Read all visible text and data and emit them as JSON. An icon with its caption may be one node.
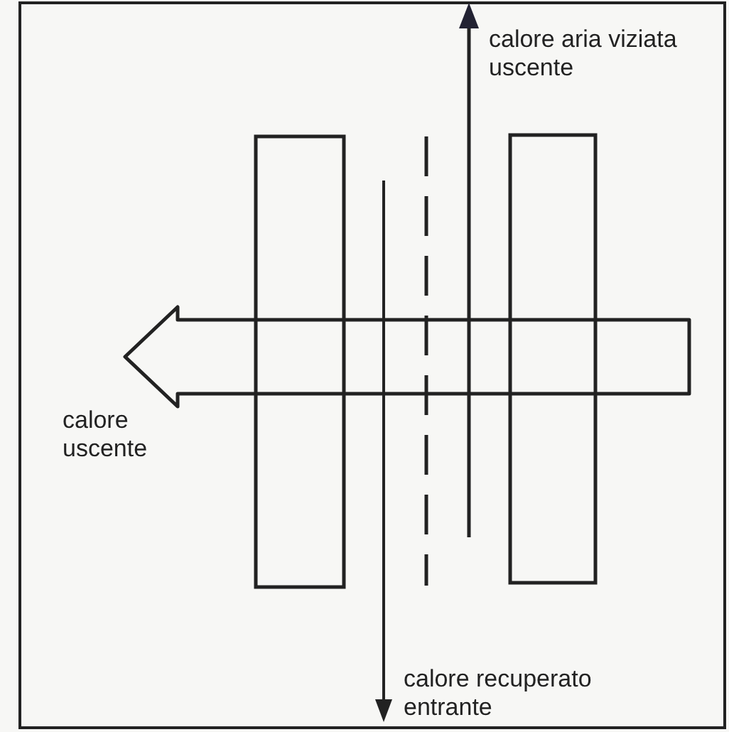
{
  "diagram": {
    "labels": [
      "calore aria viziata uscente",
      "calore uscente",
      "calore recuperato entrante"
    ]
  }
}
